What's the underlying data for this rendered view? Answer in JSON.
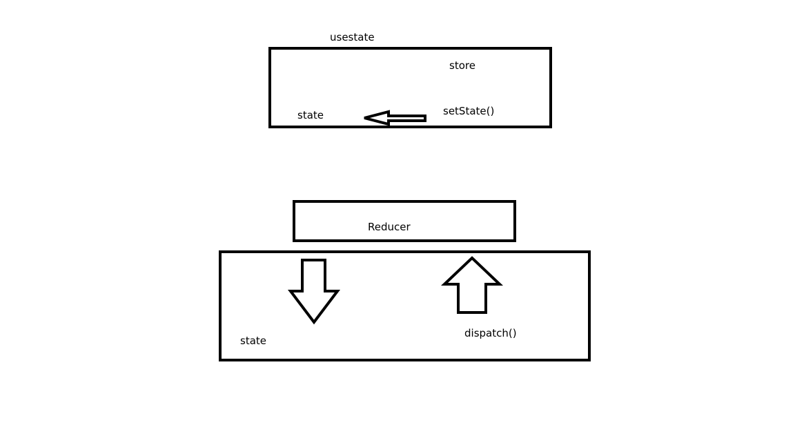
{
  "diagram": {
    "top": {
      "caption": "usestate",
      "store_label": "store",
      "setter_label": "setState()",
      "state_label": "state"
    },
    "bottom": {
      "reducer_label": "Reducer",
      "state_label": "state",
      "dispatch_label": "dispatch()"
    },
    "colors": {
      "stroke": "#000000",
      "background": "#ffffff"
    }
  }
}
